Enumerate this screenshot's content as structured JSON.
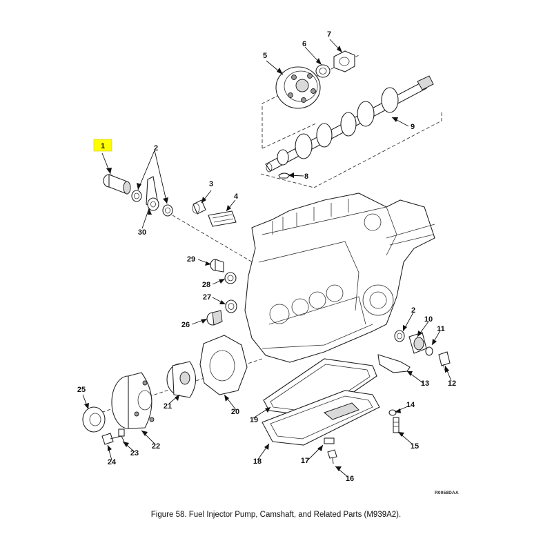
{
  "figure": {
    "caption": "Figure 58.   Fuel Injector Pump, Camshaft, and Related Parts (M939A2).",
    "drawing_code": "R0058DAA",
    "highlight_color": "#ffff00"
  },
  "callouts": [
    {
      "id": "1",
      "highlighted": true
    },
    {
      "id": "2"
    },
    {
      "id": "2b",
      "label": "2"
    },
    {
      "id": "3"
    },
    {
      "id": "4"
    },
    {
      "id": "5"
    },
    {
      "id": "6"
    },
    {
      "id": "7"
    },
    {
      "id": "8"
    },
    {
      "id": "9"
    },
    {
      "id": "10"
    },
    {
      "id": "11"
    },
    {
      "id": "12"
    },
    {
      "id": "13"
    },
    {
      "id": "14"
    },
    {
      "id": "15"
    },
    {
      "id": "16"
    },
    {
      "id": "17"
    },
    {
      "id": "18"
    },
    {
      "id": "19"
    },
    {
      "id": "20"
    },
    {
      "id": "21"
    },
    {
      "id": "22"
    },
    {
      "id": "23"
    },
    {
      "id": "24"
    },
    {
      "id": "25"
    },
    {
      "id": "26"
    },
    {
      "id": "27"
    },
    {
      "id": "28"
    },
    {
      "id": "29"
    },
    {
      "id": "30"
    }
  ]
}
